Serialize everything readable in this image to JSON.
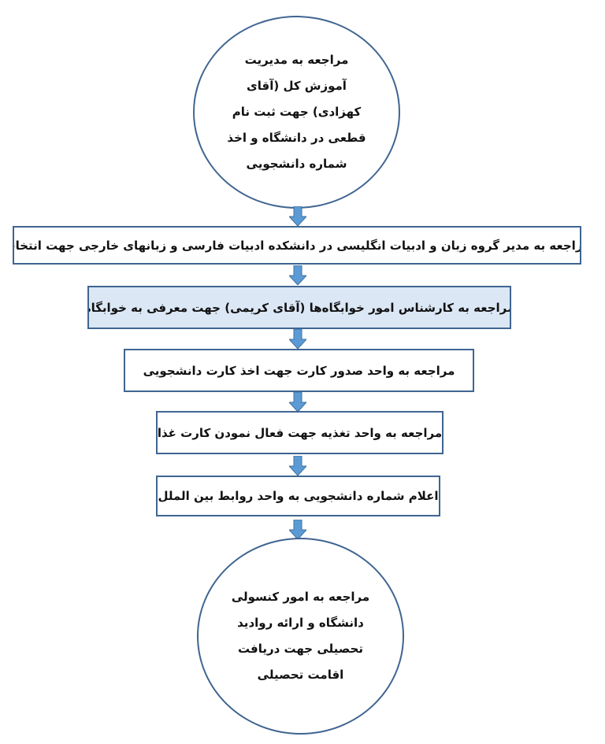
{
  "start_node": {
    "lines": [
      "مراجعه به مدیریت",
      "آموزش کل (آقای",
      "کهزادی) جهت ثبت نام",
      "قطعی در دانشگاه و اخذ",
      "شماره دانشجویی"
    ]
  },
  "steps": [
    "مراجعه به مدیر گروه زبان و ادبیات انگلیسی در دانشکده ادبیات فارسی و زبانهای خارجی جهت انتخاب",
    "مراجعه به کارشناس امور خوابگاه‌ها (آقای کریمی) جهت معرفی به خوابگاه",
    "مراجعه به واحد صدور کارت جهت اخذ کارت دانشجویی",
    "مراجعه به واحد تغذیه جهت فعال نمودن کارت غذا",
    "اعلام شماره دانشجویی به واحد روابط بین الملل"
  ],
  "end_node": {
    "lines": [
      "مراجعه به امور کنسولی",
      "دانشگاه و ارائه روادید",
      "تحصیلی جهت دریافت",
      "اقامت تحصیلی"
    ]
  },
  "colors": {
    "border": "#3f6591",
    "arrow": "#5b9bd5",
    "highlight_fill": "#dbe7f5"
  },
  "icons": {
    "arrow": "down-arrow-icon"
  }
}
